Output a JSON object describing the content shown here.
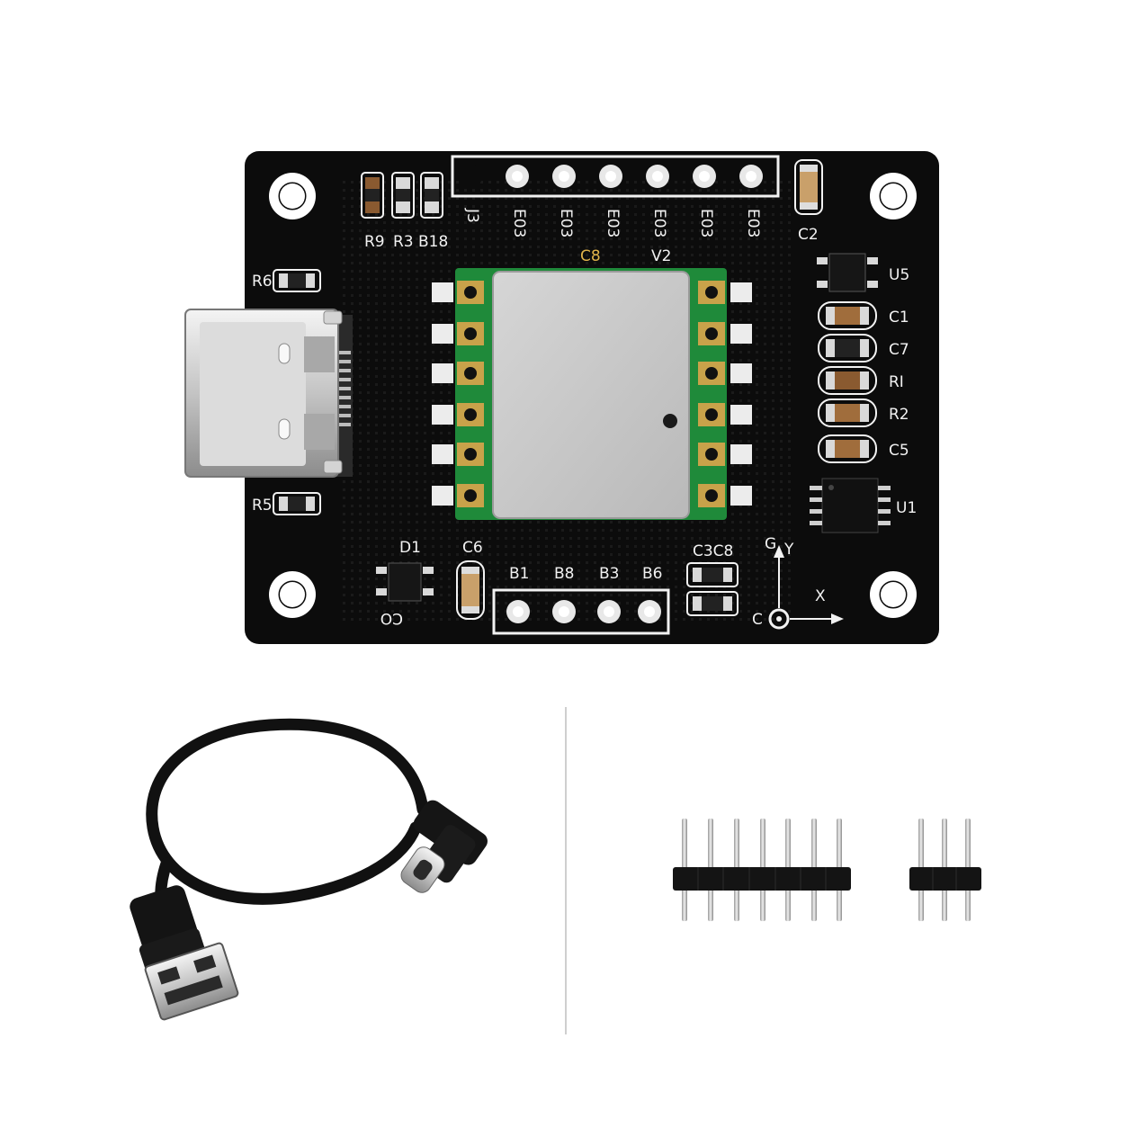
{
  "board": {
    "header_top_labels": [
      "J3",
      "E03",
      "E03",
      "E03",
      "E03",
      "E03",
      "E03"
    ],
    "header_bottom_labels": [
      "B1",
      "B8",
      "B3",
      "B6"
    ],
    "resistor_group_labels": [
      "R9",
      "R3",
      "B18"
    ],
    "left_labels": {
      "r6": "R6",
      "r5": "R5"
    },
    "right_column_labels": [
      "U5",
      "C1",
      "C7",
      "RI",
      "R2",
      "C5"
    ],
    "chip_label": "U1",
    "cap_top_right": "C2",
    "module_labels": {
      "left": "C8",
      "right": "V2"
    },
    "bottom_labels": {
      "d1": "D1",
      "c6": "C6",
      "c3c8": "C3C8",
      "d1_sub": "CO"
    },
    "axis": {
      "y": "Y",
      "x": "X",
      "origin": "C",
      "small": "G"
    }
  },
  "colors": {
    "pcb": "#0c0c0c",
    "silkscreen": "#f2f2f2",
    "gold_silk": "#e0b34a",
    "module_pcb": "#1f8a3a",
    "shield": "#c9c9c9",
    "pad_gold": "#c8a24a"
  },
  "accessories": [
    "usb-cable-icon",
    "pin-header-7-icon",
    "pin-header-3-icon"
  ]
}
